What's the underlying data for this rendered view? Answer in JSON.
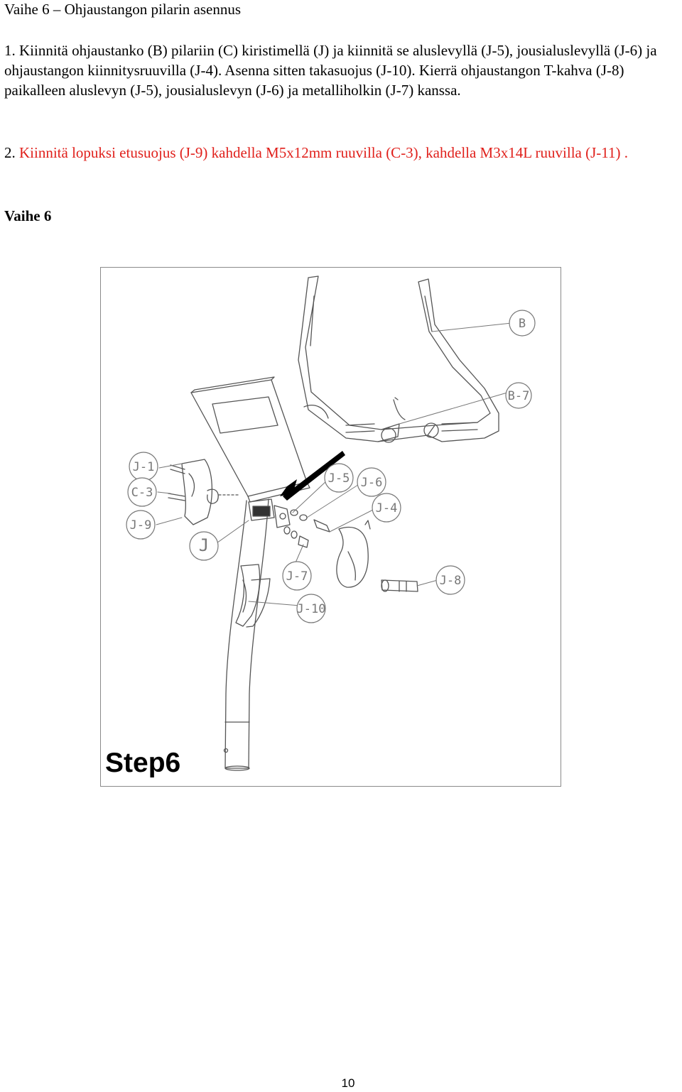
{
  "document": {
    "title": "Vaihe 6 – Ohjaustangon pilarin asennus",
    "instructions": [
      {
        "number": "1.",
        "text": "Kiinnitä ohjaustanko (B) pilariin (C) kiristimellä (J) ja kiinnitä se aluslevyllä (J-5), jousialuslevyllä (J-6) ja ohjaustangon kiinnitysruuvilla (J-4). Asenna sitten takasuojus (J-10). Kierrä ohjaustangon T-kahva (J-8) paikalleen aluslevyn (J-5), jousialuslevyn (J-6) ja metalliholkin (J-7) kanssa."
      },
      {
        "number": "2.",
        "text": "Kiinnitä lopuksi etusuojus (J-9) kahdella M5x12mm ruuvilla (C-3), kahdella M3x14L ruuvilla (J-11) ."
      }
    ],
    "phase_label": "Vaihe 6",
    "page_number": "10"
  },
  "figure": {
    "step_label": "Step6",
    "callouts": {
      "B": "B",
      "B7": "B-7",
      "J1": "J-1",
      "C3": "C-3",
      "J9": "J-9",
      "J": "J",
      "J5": "J-5",
      "J6": "J-6",
      "J4": "J-4",
      "J7": "J-7",
      "J10": "J-10",
      "J8": "J-8"
    }
  },
  "colors": {
    "text": "#000000",
    "highlight_red": "#e0201b",
    "drawing_line": "#555555",
    "callout": "#777777"
  }
}
